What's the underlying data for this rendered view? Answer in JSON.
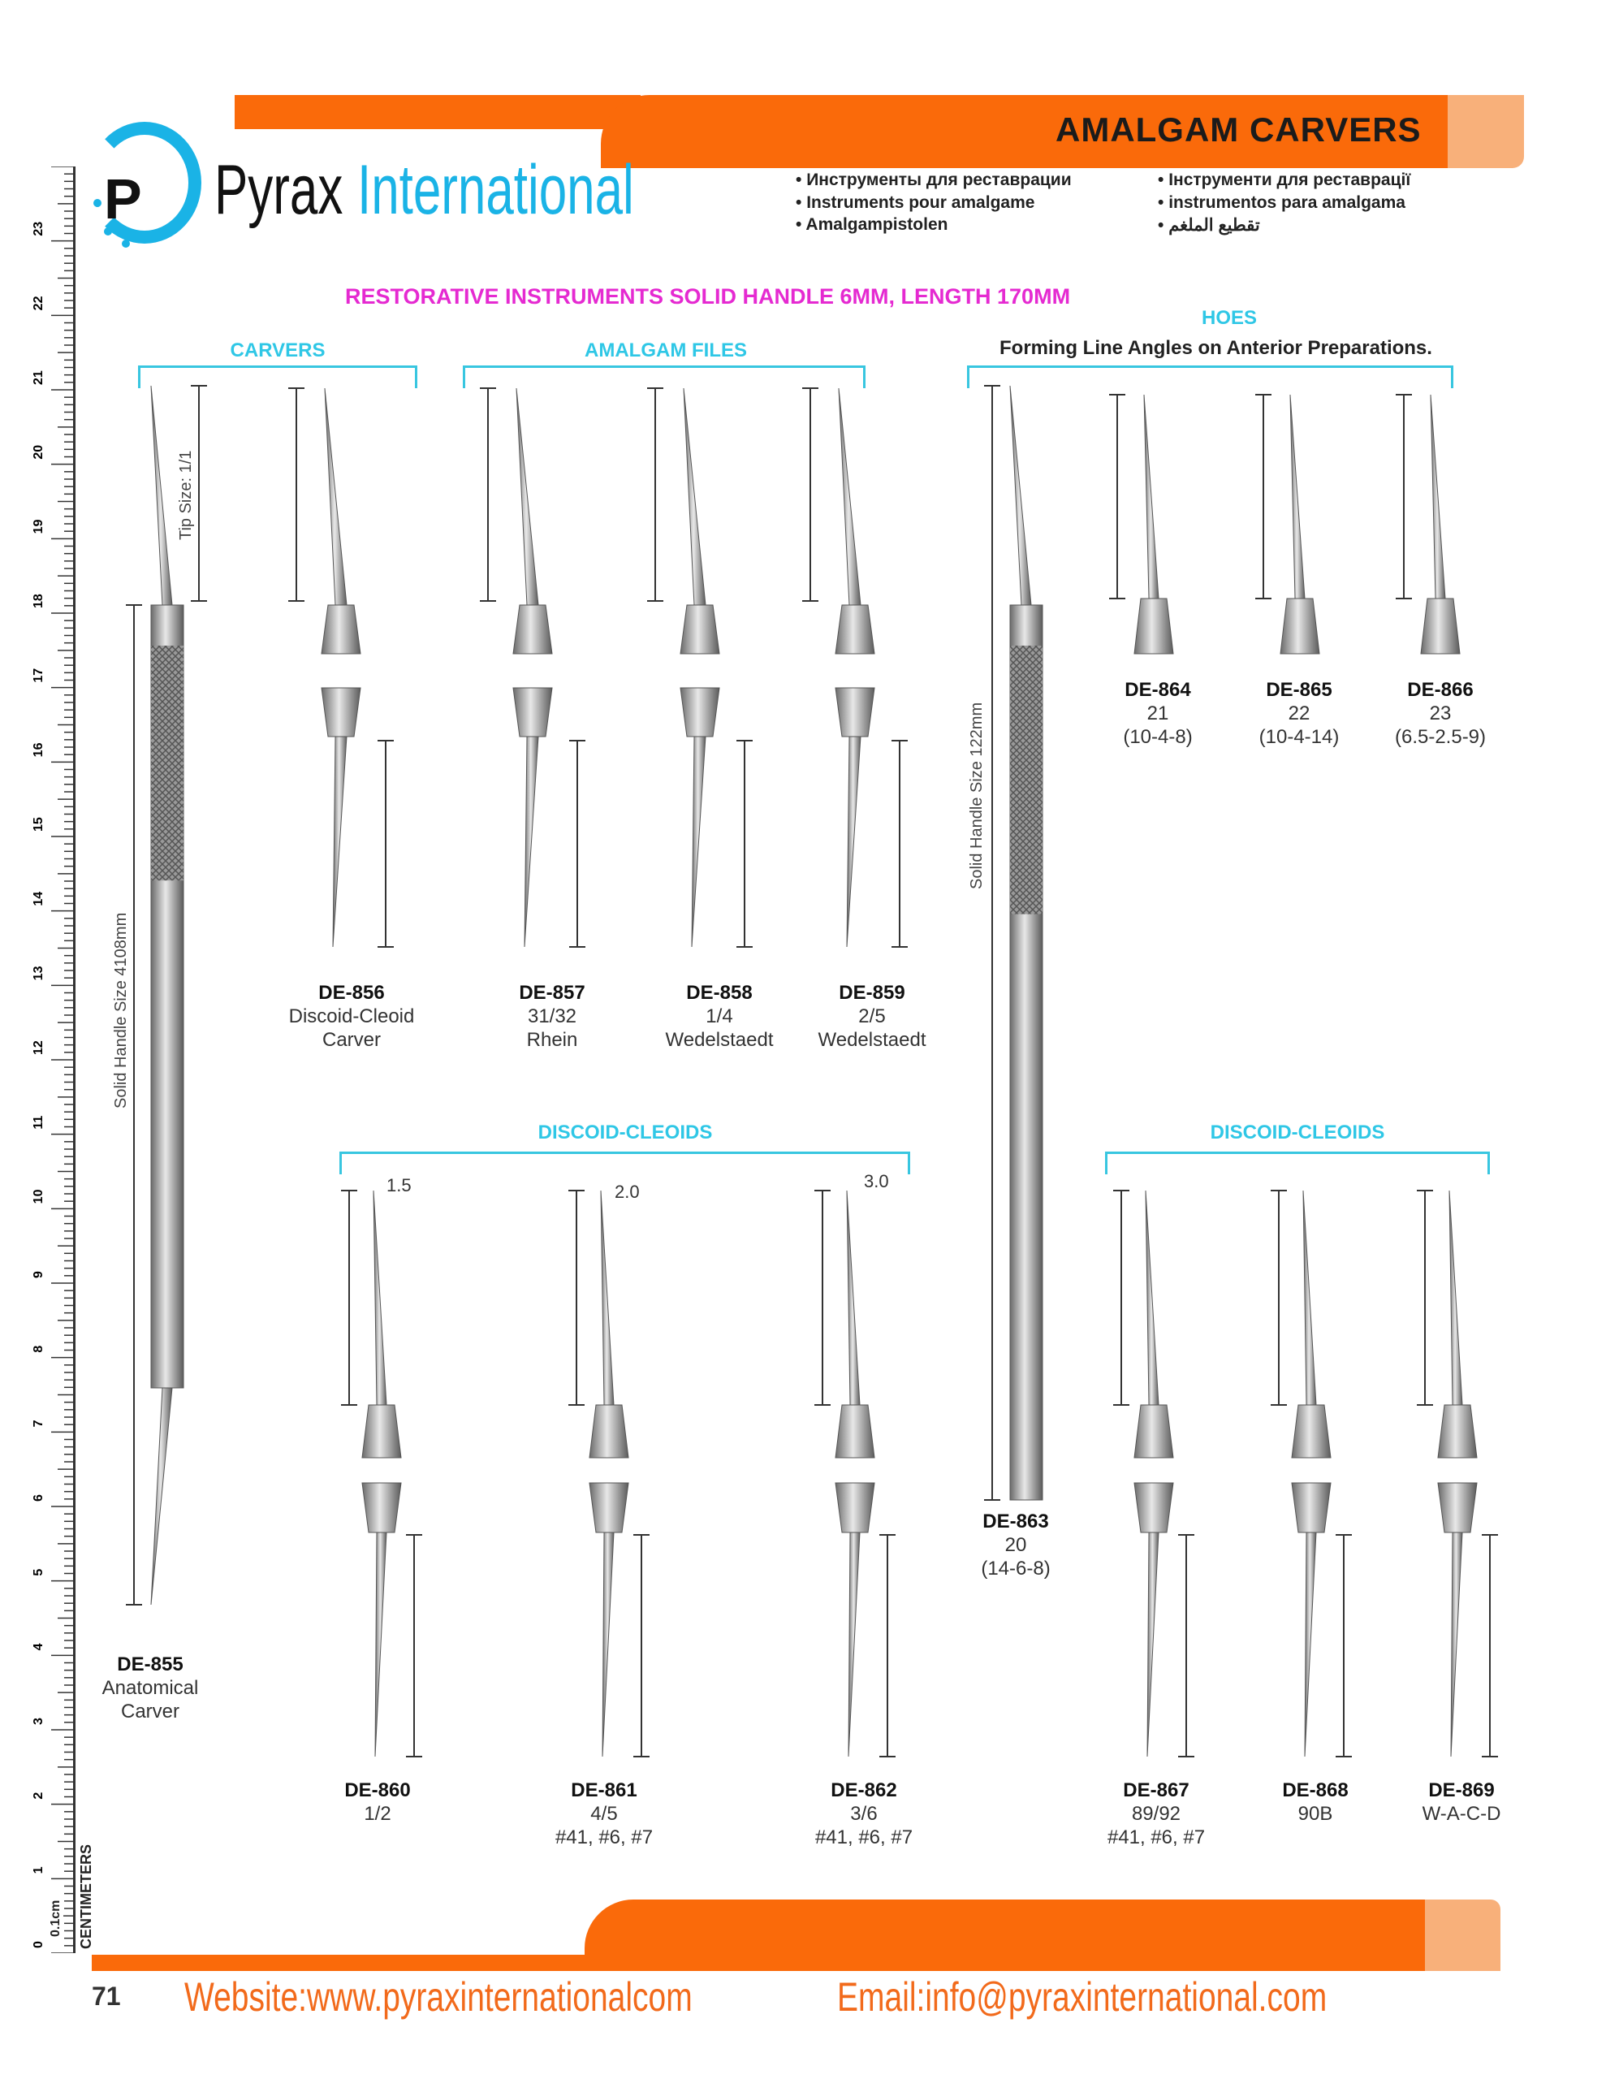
{
  "header": {
    "title": "AMALGAM CARVERS",
    "brand_name": "Pyrax",
    "brand_suffix": "International",
    "logo_letter": "P",
    "languages": [
      "Инструменты для реставрации",
      "Instruments pour amalgame",
      "Amalgampistolen",
      "Інструменти для реставрації",
      "instrumentos para amalgama",
      "تقطيع الملغم"
    ]
  },
  "headline": "RESTORATIVE INSTRUMENTS SOLID HANDLE 6MM, LENGTH 170MM",
  "sections": {
    "carvers": "CARVERS",
    "files": "AMALGAM FILES",
    "hoes": "HOES",
    "hoes_sub": "Forming Line Angles on Anterior Preparations.",
    "discoid_left": "DISCOID-CLEOIDS",
    "discoid_right": "DISCOID-CLEOIDS"
  },
  "annotations": {
    "tip_size": "Tip Size: 1/1",
    "handle_855": "Solid Handle Size 4108mm",
    "handle_863": "Solid Handle Size 122mm",
    "size_15": "1.5",
    "size_20": "2.0",
    "size_30": "3.0"
  },
  "products": [
    {
      "code": "DE-855",
      "l1": "Anatomical",
      "l2": "Carver"
    },
    {
      "code": "DE-856",
      "l1": "Discoid-Cleoid",
      "l2": "Carver"
    },
    {
      "code": "DE-857",
      "l1": "31/32",
      "l2": "Rhein"
    },
    {
      "code": "DE-858",
      "l1": "1/4",
      "l2": "Wedelstaedt"
    },
    {
      "code": "DE-859",
      "l1": "2/5",
      "l2": "Wedelstaedt"
    },
    {
      "code": "DE-863",
      "l1": "20",
      "l2": "(14-6-8)"
    },
    {
      "code": "DE-864",
      "l1": "21",
      "l2": "(10-4-8)"
    },
    {
      "code": "DE-865",
      "l1": "22",
      "l2": "(10-4-14)"
    },
    {
      "code": "DE-866",
      "l1": "23",
      "l2": "(6.5-2.5-9)"
    },
    {
      "code": "DE-860",
      "l1": "1/2",
      "l2": ""
    },
    {
      "code": "DE-861",
      "l1": "4/5",
      "l2": "#41, #6, #7"
    },
    {
      "code": "DE-862",
      "l1": "3/6",
      "l2": "#41, #6, #7"
    },
    {
      "code": "DE-867",
      "l1": "89/92",
      "l2": "#41, #6, #7"
    },
    {
      "code": "DE-868",
      "l1": "90B",
      "l2": ""
    },
    {
      "code": "DE-869",
      "l1": "W-A-C-D",
      "l2": ""
    }
  ],
  "ruler": {
    "unit_label": "CENTIMETERS",
    "sub_label": "0.1cm",
    "max_cm": 24
  },
  "footer": {
    "page": "71",
    "website": "Website:www.pyraxinternationalcom",
    "email": "Email:info@pyraxinternational.com"
  },
  "colors": {
    "accent": "#fa6a0a",
    "cyan": "#2fc7e6",
    "magenta": "#e52ad1"
  }
}
